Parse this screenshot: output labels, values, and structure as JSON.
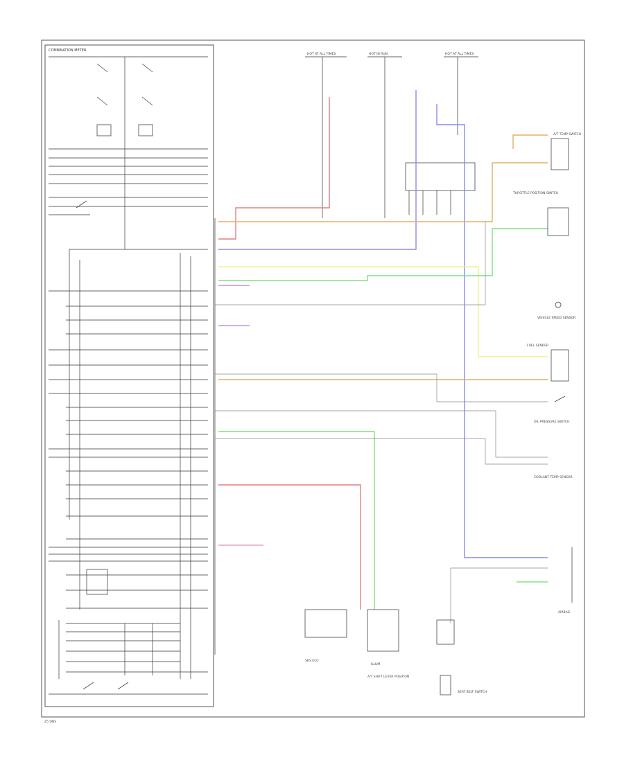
{
  "meta": {
    "footer_code": "Z5 DNS"
  },
  "cluster": {
    "title": "COMBINATION METER"
  },
  "fuse_boxes": [
    {
      "id": "f1",
      "label": "HOT AT ALL TIMES"
    },
    {
      "id": "f2",
      "label": "HOT IN RUN"
    },
    {
      "id": "f3",
      "label": "HOT AT ALL TIMES"
    }
  ],
  "colors": {
    "red": "#e08080",
    "blue": "#8a8af0",
    "orange": "#e0b060",
    "green": "#80e080",
    "yellow": "#f0f090",
    "purple": "#c090e0",
    "gray": "#888888",
    "pink": "#f0a0c0"
  },
  "right_components": [
    {
      "id": "c1",
      "label": "A/T TEMP SWITCH"
    },
    {
      "id": "c2",
      "label": "THROTTLE POSITION SWITCH"
    },
    {
      "id": "c3",
      "label": "VEHICLE SPEED SENSOR"
    },
    {
      "id": "c4",
      "label": "FUEL SENDER"
    },
    {
      "id": "c5",
      "label": "OIL PRESSURE SWITCH"
    },
    {
      "id": "c6",
      "label": "COOLANT TEMP SENSOR"
    },
    {
      "id": "c7",
      "label": "AIRBAG"
    }
  ],
  "bottom_components": [
    {
      "id": "b1",
      "label": "SRS ECU"
    },
    {
      "id": "b2",
      "label": "ILLUM"
    },
    {
      "id": "b3",
      "label": "A/T SHIFT LEVER POSITION"
    },
    {
      "id": "b4",
      "label": "SEAT BELT SWITCH"
    }
  ]
}
